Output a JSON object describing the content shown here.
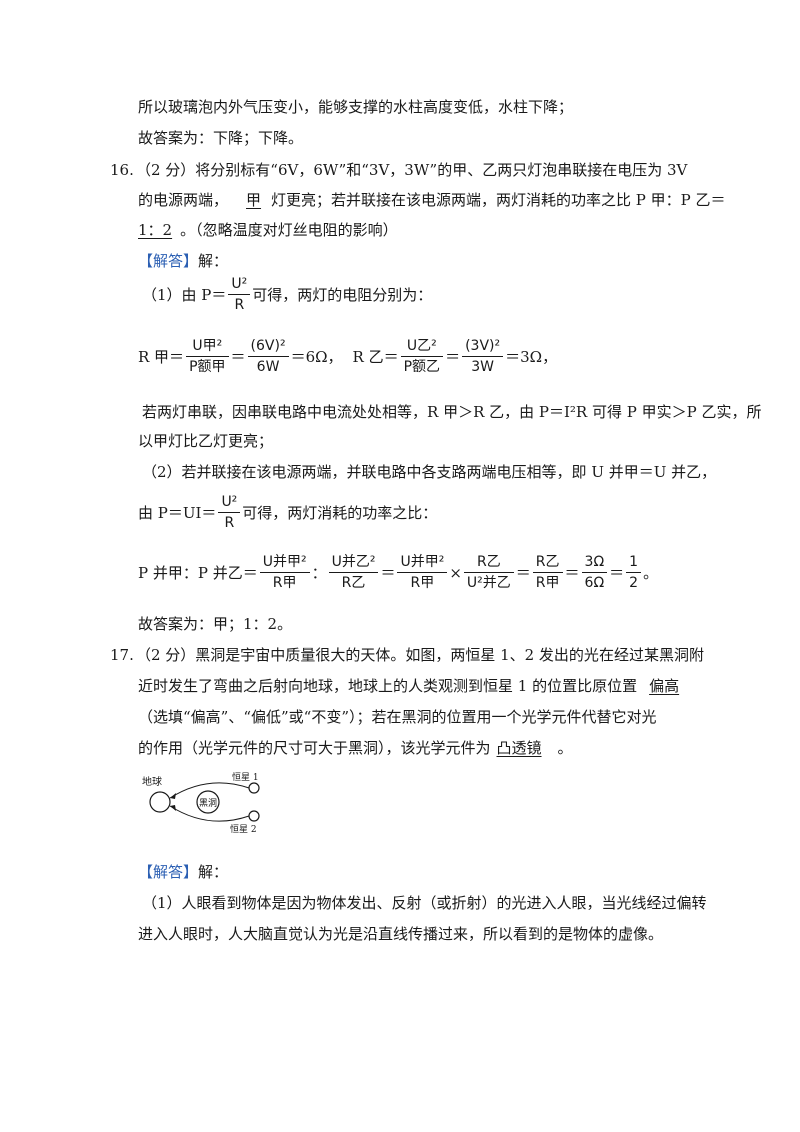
{
  "lines": {
    "l1": "所以玻璃泡内外气压变小，能够支撑的水柱高度变低，水柱下降；",
    "l2": "故答案为：下降；下降。",
    "q16_num": "16.",
    "q16_a": "（2 分）将分别标有“6V，6W”和“3V，3W”的甲、乙两只灯泡串联接在电压为 3V",
    "q16_b_pre": "的电源两端，",
    "q16_b_ans": "甲",
    "q16_b_post": "灯更亮；若并联接在该电源两端，两灯消耗的功率之比 P 甲：P 乙＝",
    "q16_c_ans": "1：2",
    "q16_c_post": "。（忽略温度对灯丝电阻的影响）",
    "answer_tag_1": "【解答】",
    "answer_jie_1": "解：",
    "s1_pre": "（1）由 P＝",
    "s1_num": "U²",
    "s1_den": "R",
    "s1_post": "可得，两灯的电阻分别为：",
    "r1_lhs": "R 甲＝",
    "r1_num": "U甲²",
    "r1_den": "P额甲",
    "r1_eq": "＝",
    "r1_num2": "(6V)²",
    "r1_den2": "6W",
    "r1_res": "＝6Ω，",
    "r2_lhs": "R 乙＝",
    "r2_num": "U乙²",
    "r2_den": "P额乙",
    "r2_eq": "＝",
    "r2_num2": "(3V)²",
    "r2_den2": "3W",
    "r2_res": "＝3Ω，",
    "s1_c": "若两灯串联，因串联电路中电流处处相等，R 甲＞R 乙，由 P＝I²R 可得 P 甲实＞P 乙实，所",
    "s1_d": "以甲灯比乙灯更亮；",
    "s2_a": "（2）若并联接在该电源两端，并联电路中各支路两端电压相等，即 U 并甲＝U 并乙，",
    "s2_b_pre": "由 P＝UI＝",
    "s2_b_num": "U²",
    "s2_b_den": "R",
    "s2_b_post": "可得，两灯消耗的功率之比：",
    "p_lhs": "P 并甲：P 并乙＝",
    "p_f1n": "U并甲²",
    "p_f1d": "R甲",
    "p_colon": "：",
    "p_f2n": "U并乙²",
    "p_f2d": "R乙",
    "p_eq1": "＝",
    "p_f3n": "U并甲²",
    "p_f3d": "R甲",
    "p_times": "×",
    "p_f4n": "R乙",
    "p_f4d": "U²并乙",
    "p_eq2": "＝",
    "p_f5n": "R乙",
    "p_f5d": "R甲",
    "p_eq3": "＝",
    "p_f6n": "3Ω",
    "p_f6d": "6Ω",
    "p_eq4": "＝",
    "p_f7n": "1",
    "p_f7d": "2",
    "p_end": "。",
    "l_ans16": "故答案为：甲；1：2。",
    "q17_num": "17.",
    "q17_a": "（2 分）黑洞是宇宙中质量很大的天体。如图，两恒星 1、2 发出的光在经过某黑洞附",
    "q17_b_pre": "近时发生了弯曲之后射向地球，地球上的人类观测到恒星 1 的位置比原位置",
    "q17_b_ans": "偏高",
    "q17_c": "（选填“偏高”、“偏低”或“不变”）；若在黑洞的位置用一个光学元件代替它对光",
    "q17_d_pre": "的作用（光学元件的尺寸可大于黑洞），该光学元件为",
    "q17_d_ans": "凸透镜",
    "q17_d_post": "。",
    "answer_tag_2": "【解答】",
    "answer_jie_2": "解：",
    "s3_a": "（1）人眼看到物体是因为物体发出、反射（或折射）的光进入人眼，当光线经过偏转",
    "s3_b": "进入人眼时，人大脑直觉认为光是沿直线传播过来，所以看到的是物体的虚像。"
  },
  "diagram": {
    "earth": "地球",
    "blackhole": "黑洞",
    "star1": "恒星 1",
    "star2": "恒星 2"
  },
  "colors": {
    "accent": "#2b5fb3",
    "text": "#1a1a1a"
  }
}
